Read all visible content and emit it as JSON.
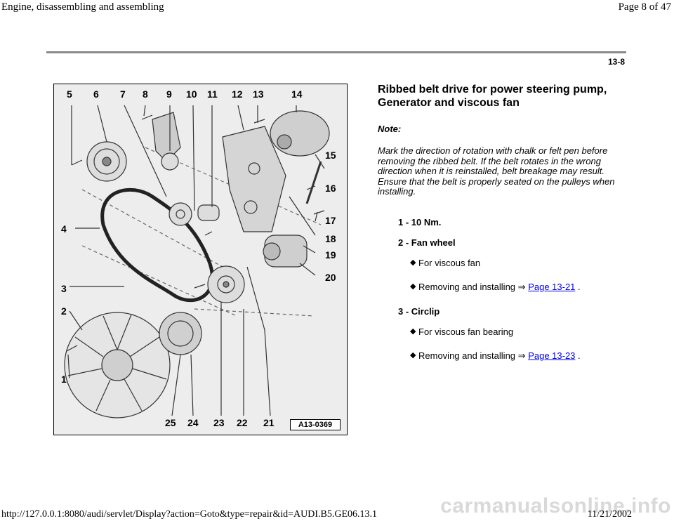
{
  "header": {
    "title": "Engine, disassembling and assembling",
    "page_label": "Page 8 of 47"
  },
  "page_number": "13-8",
  "figure": {
    "code": "A13-0369",
    "callouts": [
      "1",
      "2",
      "3",
      "4",
      "5",
      "6",
      "7",
      "8",
      "9",
      "10",
      "11",
      "12",
      "13",
      "14",
      "15",
      "16",
      "17",
      "18",
      "19",
      "20",
      "21",
      "22",
      "23",
      "24",
      "25"
    ]
  },
  "content": {
    "title": "Ribbed belt drive for power steering pump, Generator and viscous fan",
    "note_label": "Note:",
    "note_text": "Mark the direction of rotation with chalk or felt pen before removing the ribbed belt. If the belt rotates in the wrong direction when it is reinstalled, belt breakage may result. Ensure that the belt is properly seated on the pulleys when installing.",
    "items": [
      {
        "label": "1 - 10 Nm."
      },
      {
        "label": "2 - Fan wheel",
        "subs": [
          {
            "text": "For viscous fan"
          },
          {
            "text": "Removing and installing",
            "arrow": "⇒",
            "link": "Page 13-21",
            "suffix": " ."
          }
        ]
      },
      {
        "label": "3 - Circlip",
        "subs": [
          {
            "text": "For viscous fan bearing"
          },
          {
            "text": "Removing and installing",
            "arrow": "⇒",
            "link": "Page 13-23",
            "suffix": " ."
          }
        ]
      }
    ]
  },
  "footer": {
    "url": "http://127.0.0.1:8080/audi/servlet/Display?action=Goto&type=repair&id=AUDI.B5.GE06.13.1",
    "date": "11/21/2002",
    "watermark": "carmanualsonline.info"
  },
  "colors": {
    "link": "#0000ee",
    "rule": "#8a8a8a",
    "figure_bg": "#ededed"
  }
}
